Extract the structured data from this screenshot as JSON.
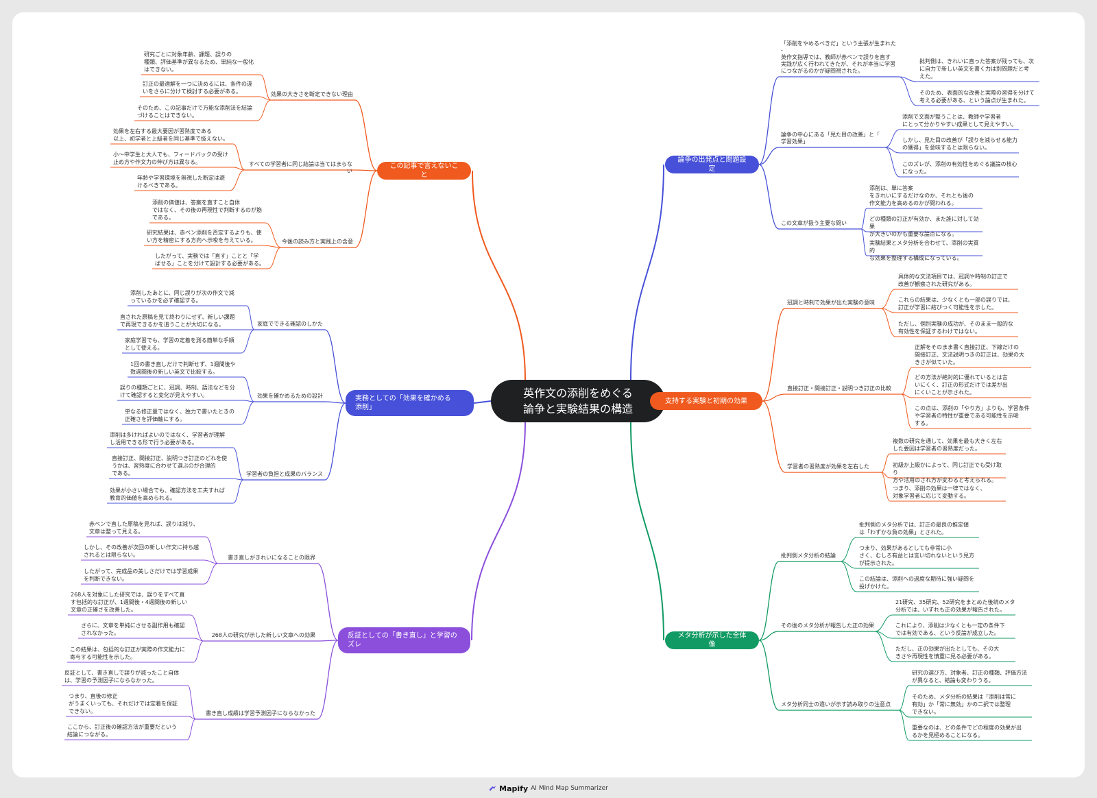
{
  "root": {
    "title": "英作文の添削をめぐる\n論争と実験結果の構造"
  },
  "footer": {
    "brand": "Mapify",
    "tagline": "AI Mind Map Summarizer"
  },
  "colors": {
    "root": "#1f2022",
    "blue": "#4650d8",
    "orange": "#f05a1e",
    "green": "#119a63",
    "purple": "#8b4fdc"
  },
  "branches": [
    {
      "label": "論争の出発点と問題設定",
      "side": "right",
      "color": "#4650d8",
      "children": [
        {
          "label": "「添削をやめるべきだ」という主張が生まれた\n-\n英作文指導では、教師が赤ペンで誤りを直す\n実践が広く行われてきたが、それが本当に学習\nにつながるのかが疑問視された。",
          "leaves": [
            "批判側は、きれいに直った答案が残っても、次\nに自力で新しい英文を書く力は別問題だと考\nえた。",
            "そのため、表面的な改善と実際の習得を分けて\n考える必要がある、という論点が生まれた。"
          ]
        },
        {
          "label": "論争の中心にある「見た目の改善」と「\n学習効果」",
          "leaves": [
            "添削で文面が整うことは、教師や学習者\nにとって分かりやすい成果として見えやすい。",
            "しかし、見た目の改善が「誤りを減らせる能力\nの獲得」を意味するとは限らない。",
            "このズレが、添削の有効性をめぐる議論の核心\nになった。"
          ]
        },
        {
          "label": "この文章が扱う主要な問い",
          "leaves": [
            "添削は、単に答案\nをきれいにするだけなのか、それとも後の\n作文能力を高めるのかが問われる。",
            "どの種類の訂正が有効か、また誰に対して効果\nが大きいのかも重要な論点になる。",
            "実験結果とメタ分析を合わせて、添削の実質的\nな効果を整理する構成になっている。"
          ]
        }
      ]
    },
    {
      "label": "支持する実験と初期の効果",
      "side": "right",
      "color": "#f05a1e",
      "children": [
        {
          "label": "冠詞と時制で効果が出た実験の意味",
          "leaves": [
            "具体的な文法項目では、冠詞や時制の訂正で\n改善が観察された研究がある。",
            "これらの結果は、少なくとも一部の誤りでは、\n訂正が学習に結びつく可能性を示した。",
            "ただし、個別実験の成功が、そのまま一般的な\n有効性を保証するわけではない。"
          ]
        },
        {
          "label": "直接訂正・間接訂正・説明つき訂正の比較",
          "leaves": [
            "正解をそのまま書く直接訂正、下線だけの\n間接訂正、文法説明つきの訂正は、効果の大\nきさが似ていた。",
            "どの方法が絶対的に優れているとは言\nいにくく、訂正の形式だけでは差が出\nにくいことが示された。",
            "この点は、添削の「やり方」よりも、学習条件\nや学習者の特性が重要である可能性を示唆\nする。"
          ]
        },
        {
          "label": "学習者の習熟度が効果を左右した",
          "leaves": [
            "複数の研究を通して、効果を最も大きく左右\nした要因は学習者の習熟度だった。",
            "初級か上級かによって、同じ訂正でも受け取り\n方や活用のされ方が変わると考えられる。",
            "つまり、添削の効果は一律ではなく、\n対象学習者に応じて変動する。"
          ]
        }
      ]
    },
    {
      "label": "メタ分析が示した全体像",
      "side": "right",
      "color": "#119a63",
      "children": [
        {
          "label": "批判側メタ分析の結論",
          "leaves": [
            "批判側のメタ分析では、訂正の最良の推定値\nは「わずかな負の効果」とされた。",
            "つまり、効果があるとしても非常に小\nさく、むしろ有益とは言い切れないという見方\nが提示された。",
            "この結論は、添削への過度な期待に強い疑問を\n投げかけた。"
          ]
        },
        {
          "label": "その後のメタ分析が報告した正の効果",
          "leaves": [
            "21研究、35研究、52研究をまとめた後続のメタ\n分析では、いずれも正の効果が報告された。",
            "これにより、添削は少なくとも一定の条件下\nでは有効である、という反論が成立した。",
            "ただし、正の効果が出たとしても、その大\nきさや再現性を慎重に見る必要がある。"
          ]
        },
        {
          "label": "メタ分析同士の違いが示す読み取りの注意点",
          "leaves": [
            "研究の選び方、対象者、訂正の種類、評価方法\nが異なると、結論も変わりうる。",
            "そのため、メタ分析の結果は「添削は常に\n有効」か「常に無効」かの二択では整理\nできない。",
            "重要なのは、どの条件でどの程度の効果が出\nるかを見極めることになる。"
          ]
        }
      ]
    },
    {
      "label": "この記事で言えないこと",
      "side": "left",
      "color": "#f05a1e",
      "children": [
        {
          "label": "効果の大きさを断定できない理由",
          "leaves": [
            "研究ごとに対象年齢、課題、誤りの\n種類、評価基準が異なるため、単純な一般化\nはできない。",
            "訂正の最適解を一つに決めるには、条件の違\nいをさらに分けて検討する必要がある。",
            "そのため、この記事だけで万能な添削法を結論\nづけることはできない。"
          ]
        },
        {
          "label": "すべての学習者に同じ結論は当てはまらない",
          "leaves": [
            "効果を左右する最大要因が習熟度である\n以上、初学者と上級者を同じ基準で扱えない。",
            "小〜中学生と大人でも、フィードバックの受け\n止め方や作文力の伸び方は異なる。",
            "年齢や学習環境を無視した断定は避\nけるべきである。"
          ]
        },
        {
          "label": "今後の読み方と実践上の含意",
          "leaves": [
            "添削の価値は、答案を直すこと自体\nではなく、その後の再現性で判断するのが筋\nである。",
            "研究結果は、赤ペン添削を否定するよりも、使\nい方を精密にする方向へ示唆を与えている。",
            "したがって、実務では「直す」ことと「学\nばせる」ことを分けて設計する必要がある。"
          ]
        }
      ]
    },
    {
      "label": "実務としての「効果を確かめる\n添削」",
      "side": "left",
      "color": "#4650d8",
      "children": [
        {
          "label": "家庭でできる確認のしかた",
          "leaves": [
            "添削したあとに、同じ誤りが次の作文で減\nっているかを必ず確認する。",
            "直された原稿を見て終わりにせず、新しい課題\nで再現できるかを追うことが大切になる。",
            "家庭学習でも、学習の定着を測る簡単な手順\nとして使える。"
          ]
        },
        {
          "label": "効果を確かめるための設計",
          "leaves": [
            "1回の書き直しだけで判断せず、1週間後や\n数週間後の新しい英文で比較する。",
            "誤りの種類ごとに、冠詞、時制、語法などを分\nけて確認すると変化が見えやすい。",
            "単なる修正量ではなく、独力で書いたときの\n正確さを評価軸にする。"
          ]
        },
        {
          "label": "学習者の負担と成果のバランス",
          "leaves": [
            "添削は多ければよいのではなく、学習者が理解\nし活用できる形で行う必要がある。",
            "直接訂正、間接訂正、説明つき訂正のどれを使\nうかは、習熟度に合わせて選ぶのが合理的\nである。",
            "効果が小さい場合でも、確認方法を工夫すれば\n教育的価値を高められる。"
          ]
        }
      ]
    },
    {
      "label": "反証としての「書き直し」と学習の\nズレ",
      "side": "left",
      "color": "#8b4fdc",
      "children": [
        {
          "label": "書き直しがきれいになることの限界",
          "leaves": [
            "赤ペンで直した原稿を見れば、誤りは減り、\n文章は整って見える。",
            "しかし、その改善が次回の新しい作文に持ち越\nされるとは限らない。",
            "したがって、完成品の美しさだけでは学習成果\nを判断できない。"
          ]
        },
        {
          "label": "268人の研究が示した新しい文章への効果",
          "leaves": [
            "268人を対象にした研究では、誤りをすべて直\nす包括的な訂正が、1週間後・4週間後の新しい\n文章の正確さを改善した。",
            "さらに、文章を単純にさせる副作用も確認\nされなかった。",
            "この結果は、包括的な訂正が実際の作文能力に\n寄与する可能性を示した。"
          ]
        },
        {
          "label": "書き直し成績は学習予測因子にならなかった",
          "leaves": [
            "反証として、書き直しで誤りが減ったこと自体\nは、学習の予測因子にならなかった。",
            "つまり、直後の修正\nがうまくいっても、それだけでは定着を保証\nできない。",
            "ここから、訂正後の確認方法が重要だという\n結論につながる。"
          ]
        }
      ]
    }
  ]
}
